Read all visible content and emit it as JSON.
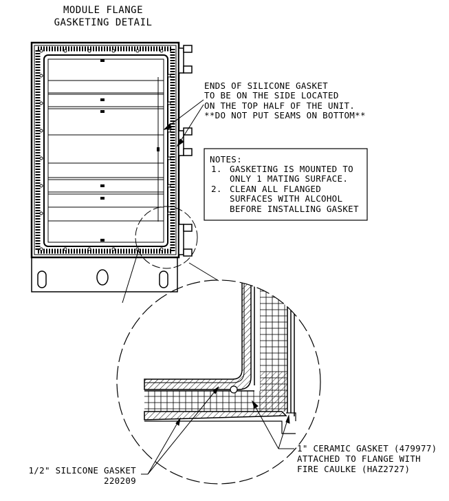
{
  "title": {
    "line1": "MODULE FLANGE",
    "line2": "GASKETING DETAIL"
  },
  "seam_note": {
    "line1": "ENDS OF SILICONE GASKET",
    "line2": "TO BE ON THE SIDE LOCATED",
    "line3": "ON THE TOP HALF OF THE UNIT.",
    "line4": "**DO NOT PUT SEAMS ON BOTTOM**"
  },
  "notes": {
    "heading": "NOTES:",
    "item1_num": "1.",
    "item1_line1": "GASKETING IS MOUNTED TO",
    "item1_line2": "ONLY 1 MATING SURFACE.",
    "item2_num": "2.",
    "item2_line1": "CLEAN ALL FLANGED",
    "item2_line2": "SURFACES WITH ALCOHOL",
    "item2_line3": "BEFORE INSTALLING GASKET"
  },
  "ceramic_label": {
    "line1": "1\" CERAMIC GASKET (479977)",
    "line2": "ATTACHED TO FLANGE WITH",
    "line3": "FIRE CAULKE (HAZ2727)"
  },
  "silicone_label": {
    "line1": "1/2\" SILICONE GASKET",
    "line2": "220209"
  }
}
